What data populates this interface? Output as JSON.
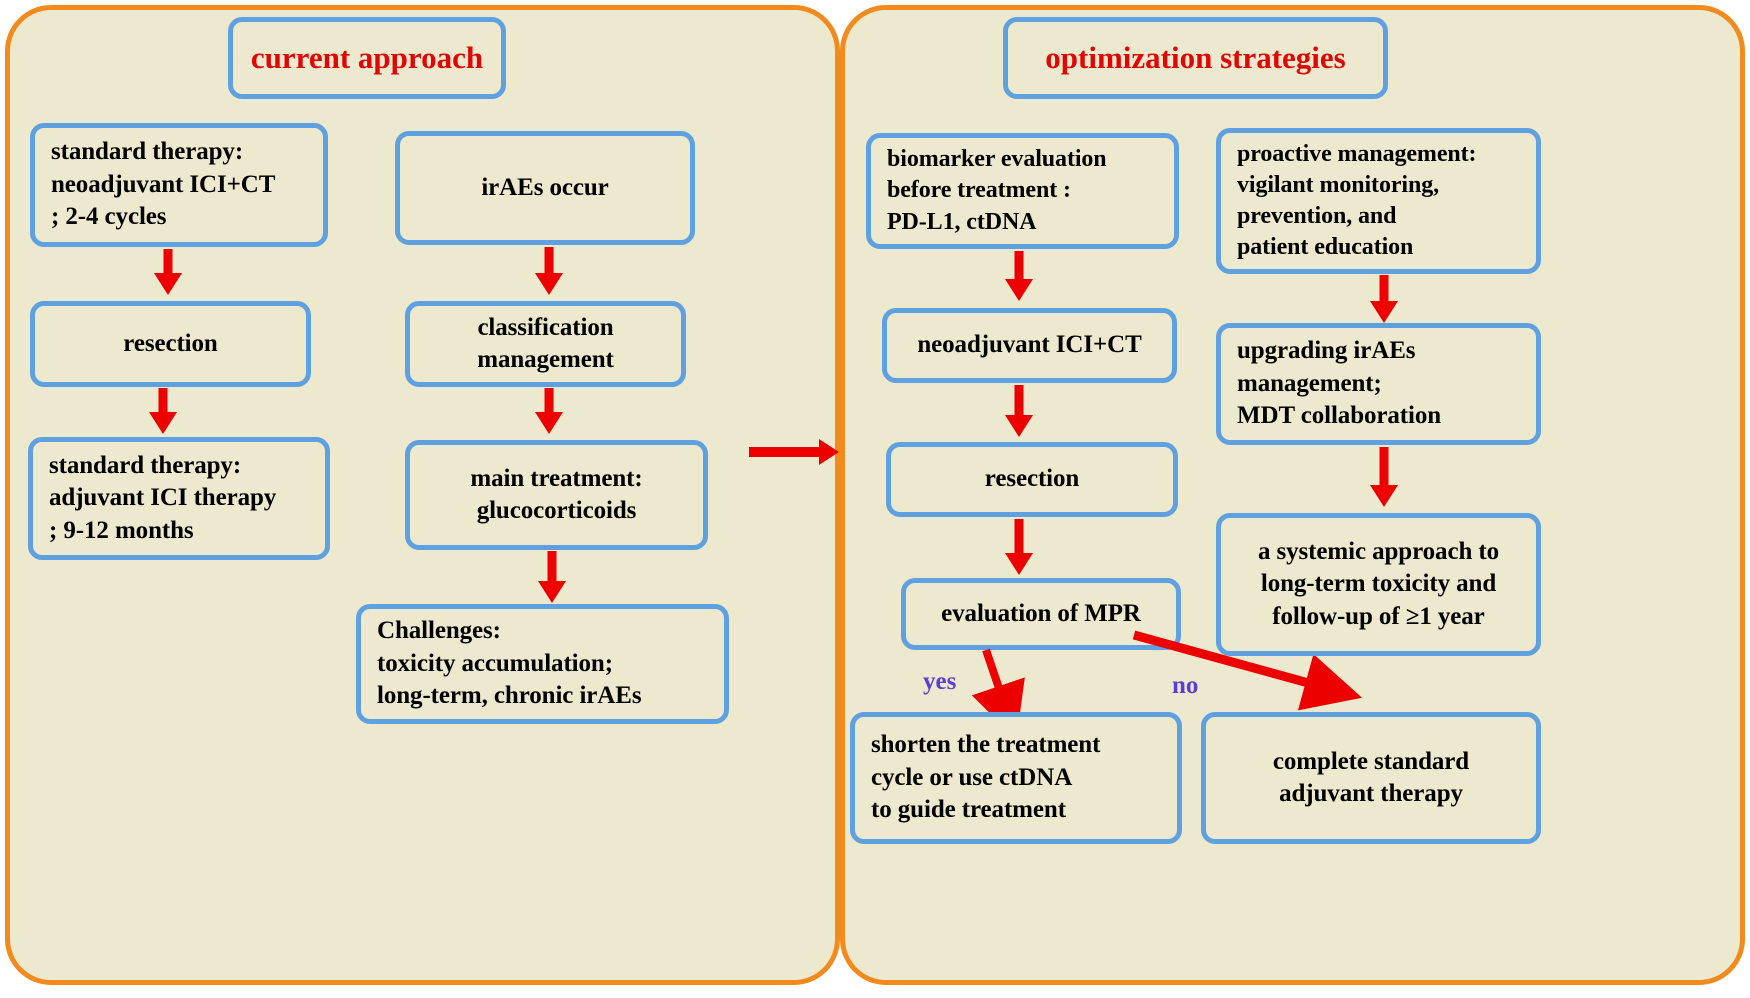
{
  "colors": {
    "panel_background": "#EDE9CE",
    "panel_border": "#F28A1E",
    "node_border": "#5FA1E0",
    "title_text": "#E00606",
    "arrow": "#ED0000",
    "branch_label": "#5B3ED6",
    "body_text": "#000000",
    "canvas": "#FFFFFF"
  },
  "left_panel": {
    "title": "current approach",
    "column_a": [
      {
        "text": "standard therapy:\nneoadjuvant ICI+CT\n; 2-4 cycles"
      },
      {
        "text": "resection"
      },
      {
        "text": "standard therapy:\nadjuvant ICI therapy\n; 9-12 months"
      }
    ],
    "column_b": [
      {
        "text": "irAEs occur"
      },
      {
        "text": "classification\nmanagement"
      },
      {
        "text": "main treatment:\nglucocorticoids"
      },
      {
        "text": "Challenges:\ntoxicity accumulation;\nlong-term, chronic irAEs"
      }
    ]
  },
  "right_panel": {
    "title": "optimization strategies",
    "column_a": [
      {
        "text": "biomarker evaluation\nbefore treatment :\nPD-L1, ctDNA"
      },
      {
        "text": "neoadjuvant ICI+CT"
      },
      {
        "text": "resection"
      },
      {
        "text": "evaluation of MPR"
      },
      {
        "text": "shorten the treatment\ncycle or use ctDNA\nto guide treatment"
      }
    ],
    "column_b": [
      {
        "text": "proactive management:\nvigilant monitoring,\nprevention, and\npatient education"
      },
      {
        "text": "upgrading  irAEs\nmanagement;\nMDT collaboration"
      },
      {
        "text": "a systemic approach to\nlong-term toxicity and\nfollow-up of ≥1 year"
      },
      {
        "text": "complete standard\nadjuvant therapy"
      }
    ]
  },
  "branches": {
    "yes_label": "yes",
    "no_label": "no"
  }
}
